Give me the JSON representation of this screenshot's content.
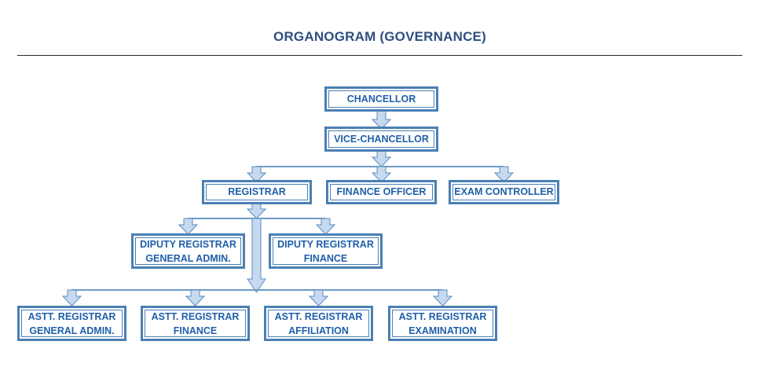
{
  "page": {
    "title": "ORGANOGRAM (GOVERNANCE)",
    "background_color": "#FFFFFF",
    "rule_color": "#2B2B2B"
  },
  "theme": {
    "box_border_color": "#4A7FB5",
    "box_fill_color": "#FFFFFF",
    "text_color": "#1F5FA9",
    "title_color": "#2E4F80",
    "arrow_fill_color": "#C6D9EE",
    "arrow_stroke_color": "#5B8CC0",
    "bus_line_color": "#6E9BC8"
  },
  "org_chart": {
    "type": "organogram",
    "orientation": "top-down",
    "levels": [
      {
        "level": 1,
        "nodes": [
          {
            "id": "chancellor",
            "lines": [
              "CHANCELLOR"
            ]
          }
        ]
      },
      {
        "level": 2,
        "nodes": [
          {
            "id": "vice-chancellor",
            "lines": [
              "VICE-CHANCELLOR"
            ]
          }
        ]
      },
      {
        "level": 3,
        "nodes": [
          {
            "id": "registrar",
            "lines": [
              "REGISTRAR"
            ]
          },
          {
            "id": "finance-officer",
            "lines": [
              "FINANCE OFFICER"
            ]
          },
          {
            "id": "exam-controller",
            "lines": [
              "EXAM CONTROLLER"
            ]
          }
        ]
      },
      {
        "level": 4,
        "nodes": [
          {
            "id": "diputy-registrar-general-admin",
            "lines": [
              "DIPUTY REGISTRAR",
              "GENERAL ADMIN."
            ]
          },
          {
            "id": "diputy-registrar-finance",
            "lines": [
              "DIPUTY REGISTRAR",
              "FINANCE"
            ]
          }
        ]
      },
      {
        "level": 5,
        "nodes": [
          {
            "id": "astt-registrar-general-admin",
            "lines": [
              "ASTT. REGISTRAR",
              "GENERAL ADMIN."
            ]
          },
          {
            "id": "astt-registrar-finance",
            "lines": [
              "ASTT. REGISTRAR",
              "FINANCE"
            ]
          },
          {
            "id": "astt-registrar-affiliation",
            "lines": [
              "ASTT. REGISTRAR",
              "AFFILIATION"
            ]
          },
          {
            "id": "astt-registrar-examination",
            "lines": [
              "ASTT. REGISTRAR",
              "EXAMINATION"
            ]
          }
        ]
      }
    ],
    "edges": [
      {
        "from": "chancellor",
        "to": "vice-chancellor"
      },
      {
        "from": "vice-chancellor",
        "to": "registrar"
      },
      {
        "from": "vice-chancellor",
        "to": "finance-officer"
      },
      {
        "from": "vice-chancellor",
        "to": "exam-controller"
      },
      {
        "from": "registrar",
        "to": "diputy-registrar-general-admin"
      },
      {
        "from": "registrar",
        "to": "diputy-registrar-finance"
      },
      {
        "from": "registrar",
        "to": "astt-registrar-general-admin"
      },
      {
        "from": "registrar",
        "to": "astt-registrar-finance"
      },
      {
        "from": "registrar",
        "to": "astt-registrar-affiliation"
      },
      {
        "from": "registrar",
        "to": "astt-registrar-examination"
      }
    ]
  },
  "nodes": {
    "chancellor": {
      "line1": "CHANCELLOR"
    },
    "vice_chancellor": {
      "line1": "VICE-CHANCELLOR"
    },
    "registrar": {
      "line1": "REGISTRAR"
    },
    "finance_officer": {
      "line1": "FINANCE OFFICER"
    },
    "exam_controller": {
      "line1": "EXAM CONTROLLER"
    },
    "dr_general_admin": {
      "line1": "DIPUTY REGISTRAR",
      "line2": "GENERAL ADMIN."
    },
    "dr_finance": {
      "line1": "DIPUTY REGISTRAR",
      "line2": "FINANCE"
    },
    "ar_general_admin": {
      "line1": "ASTT. REGISTRAR",
      "line2": "GENERAL ADMIN."
    },
    "ar_finance": {
      "line1": "ASTT. REGISTRAR",
      "line2": "FINANCE"
    },
    "ar_affiliation": {
      "line1": "ASTT. REGISTRAR",
      "line2": "AFFILIATION"
    },
    "ar_examination": {
      "line1": "ASTT. REGISTRAR",
      "line2": "EXAMINATION"
    }
  }
}
